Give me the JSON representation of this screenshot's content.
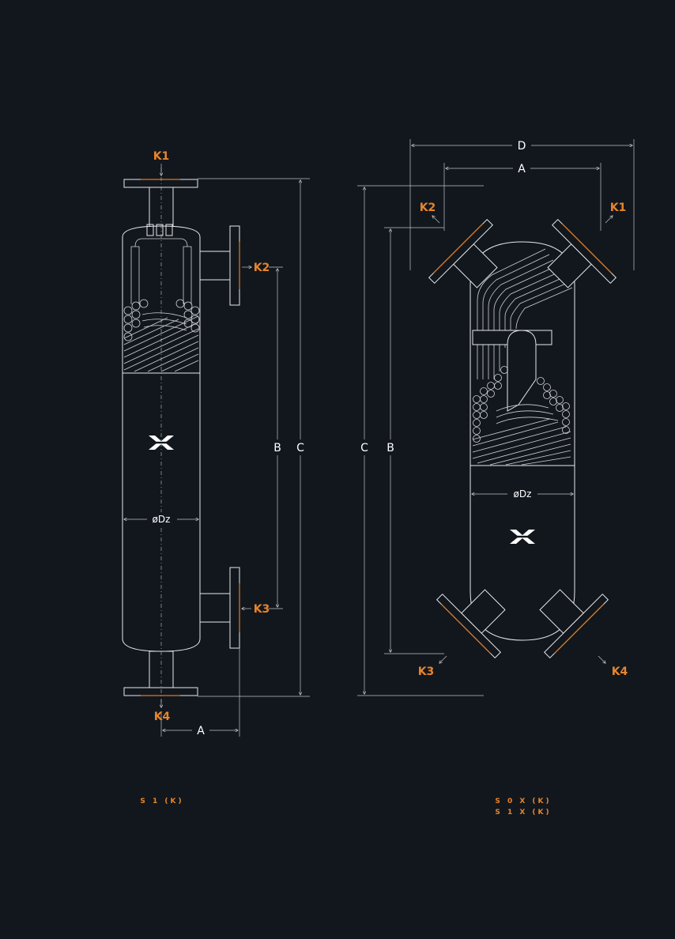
{
  "left_unit": {
    "ports": {
      "k1": "K1",
      "k2": "K2",
      "k3": "K3",
      "k4": "K4"
    },
    "dims": {
      "a": "A",
      "b": "B",
      "c": "C",
      "dz": "øDz"
    },
    "caption": "S 1 (K)"
  },
  "right_unit": {
    "ports": {
      "k1": "K1",
      "k2": "K2",
      "k3": "K3",
      "k4": "K4"
    },
    "dims": {
      "a": "A",
      "b": "B",
      "c": "C",
      "d": "D",
      "dz": "øDz"
    },
    "caption_line1": "S 0 X (K)",
    "caption_line2": "S 1 X (K)"
  },
  "colors": {
    "background": "#12171e",
    "line": "#e6e8ea",
    "accent": "#e8852a"
  },
  "icons": [
    "brand-logo-icon"
  ]
}
